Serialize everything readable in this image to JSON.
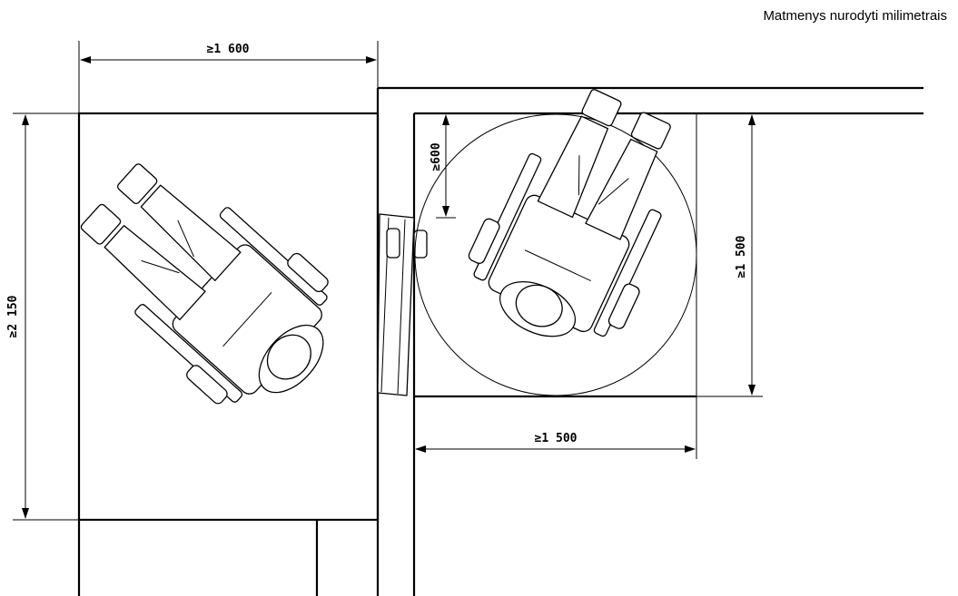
{
  "note": "Matmenys nurodyti milimetrais",
  "dimensions": {
    "top_width": "≥1 600",
    "left_height": "≥2 150",
    "circle_clearance": "≥600",
    "right_height": "≥1 500",
    "bottom_width": "≥1 500"
  }
}
